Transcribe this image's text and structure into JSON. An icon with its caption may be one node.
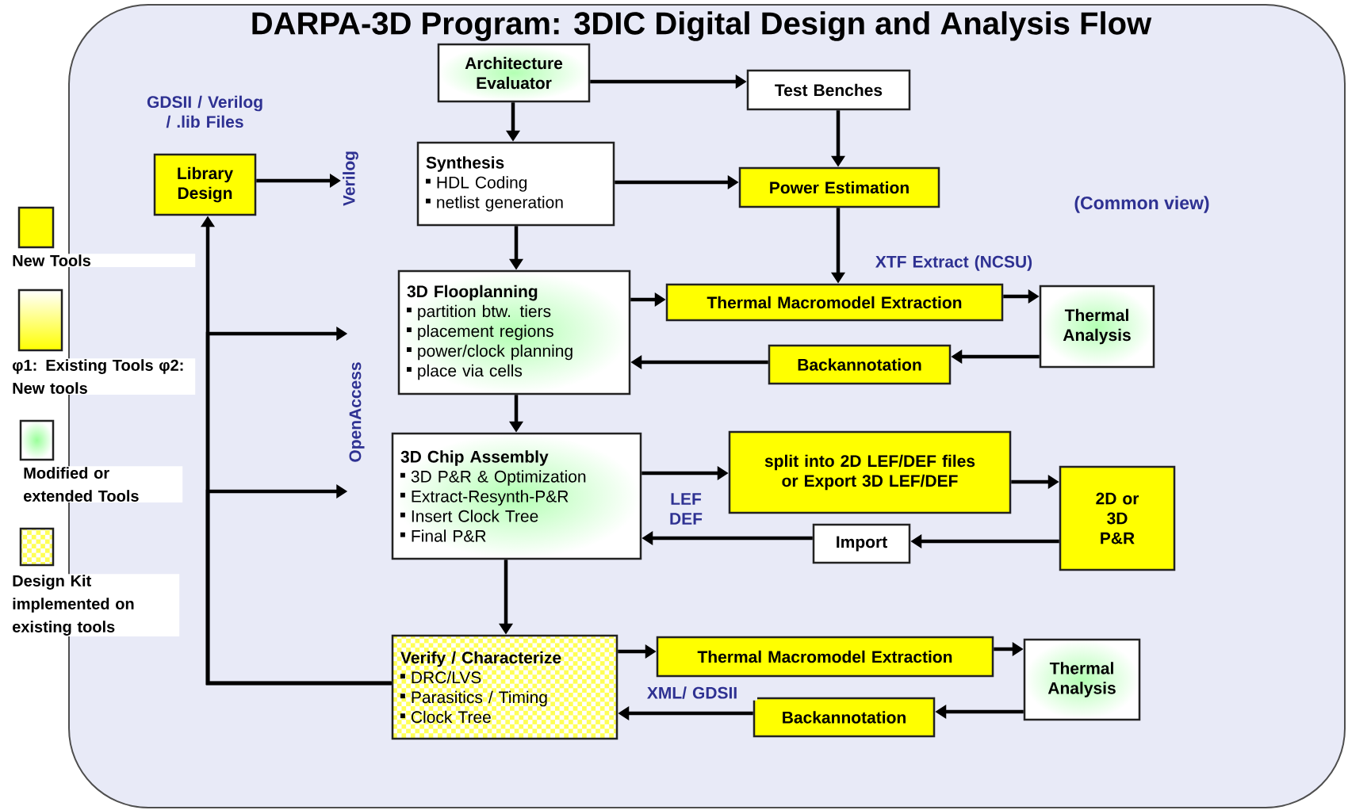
{
  "diagram": {
    "title": "DARPA-3D Program: 3DIC Digital Design and Analysis Flow",
    "nodes": [
      {
        "text": [
          "Architecture Evaluator"
        ]
      },
      {
        "text": [
          "Test Benches"
        ]
      },
      {
        "text": [
          "Library Design"
        ],
        "beside": [
          "GDSII / Verilog / .lib Files"
        ]
      },
      {
        "text": [
          "Synthesis",
          "HDL Coding",
          "netlist generation"
        ]
      },
      {
        "text": [
          "Power Estimation"
        ]
      },
      {
        "text": [
          "3D Flooplanning",
          "partition btw. tiers",
          "placement regions",
          "power/clock planning",
          "place via cells"
        ]
      },
      {
        "text": [
          "Thermal Macromodel Extraction"
        ]
      },
      {
        "text": [
          "Thermal Analysis"
        ]
      },
      {
        "text": [
          "Backannotation"
        ]
      },
      {
        "text": [
          "3D Chip Assembly",
          "3D P&R & Optimization",
          "Extract-Resynth-P&R",
          "Insert Clock Tree",
          "Final P&R"
        ]
      },
      {
        "text": [
          "split into 2D LEF/DEF files or Export 3D LEF/DEF"
        ]
      },
      {
        "text": [
          "2D or 3D P&R"
        ]
      },
      {
        "text": [
          "Import"
        ]
      },
      {
        "text": [
          "Verify / Characterize",
          "DRC/LVS",
          "Parasitics / Timing",
          "Clock Tree"
        ]
      },
      {
        "text": [
          "Thermal Macromodel Extraction"
        ]
      },
      {
        "text": [
          "Thermal Analysis"
        ]
      },
      {
        "text": [
          "Backannotation"
        ]
      },
      {
        "text": [
          "Verilog"
        ]
      },
      {
        "text": [
          "OpenAccess"
        ]
      }
    ],
    "edges": [
      {
        "from": 0,
        "to": 1,
        "arrow": "to"
      },
      {
        "from": 0,
        "to": 3,
        "arrow": "to"
      },
      {
        "from": 1,
        "to": 4,
        "arrow": "to"
      },
      {
        "from": 2,
        "to": 17,
        "arrow": "to"
      },
      {
        "from": 3,
        "to": 4,
        "arrow": "to"
      },
      {
        "from": 3,
        "to": 5,
        "arrow": "to"
      },
      {
        "from": 4,
        "to": 6,
        "arrow": "to",
        "label": "XTF Extract (NCSU)"
      },
      {
        "from": 5,
        "to": 6,
        "arrow": "to"
      },
      {
        "from": 6,
        "to": 7,
        "arrow": "to"
      },
      {
        "from": 7,
        "to": 8,
        "arrow": "to"
      },
      {
        "from": 8,
        "to": 5,
        "arrow": "to"
      },
      {
        "from": 5,
        "to": 9,
        "arrow": "to"
      },
      {
        "from": 9,
        "to": 10,
        "arrow": "to"
      },
      {
        "from": 10,
        "to": 11,
        "arrow": "to"
      },
      {
        "from": 11,
        "to": 12,
        "arrow": "to"
      },
      {
        "from": 12,
        "to": 9,
        "arrow": "to",
        "label": "LEF DEF"
      },
      {
        "from": 9,
        "to": 13,
        "arrow": "to"
      },
      {
        "from": 13,
        "to": 14,
        "arrow": "to"
      },
      {
        "from": 14,
        "to": 15,
        "arrow": "to"
      },
      {
        "from": 15,
        "to": 16,
        "arrow": "to"
      },
      {
        "from": 16,
        "to": 13,
        "arrow": "to",
        "label": "XML/ GDSII"
      },
      {
        "from": 13,
        "to": 2,
        "arrow": "to"
      },
      {
        "from": 13,
        "to": 18,
        "arrow": "to"
      },
      {
        "from": 13,
        "to": 18,
        "arrow": "to"
      }
    ],
    "labels": [
      "(Common view)"
    ],
    "legend": [
      {
        "text": "New Tools",
        "color": "#ffff00"
      },
      {
        "text": "φ1: Existing Tools φ2: New tools"
      },
      {
        "text": "Modified or extended Tools"
      },
      {
        "text": "Design Kit implemented on existing tools"
      }
    ]
  }
}
